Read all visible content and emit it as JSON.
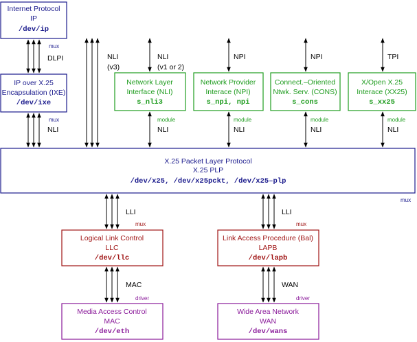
{
  "colors": {
    "blue": "#1a1a8c",
    "green": "#1f9c1f",
    "red": "#a01515",
    "purple": "#8a1a9a",
    "arrow": "#000000"
  },
  "boxes": {
    "ip": {
      "line1": "Internet Protocol",
      "line2": "IP",
      "dev": "/dev/ip"
    },
    "ixe": {
      "line1": "IP over X.25",
      "line2": "Encapsulation (IXE)",
      "dev": "/dev/ixe"
    },
    "nli": {
      "line1": "Network Layer",
      "line2": "Interface (NLI)",
      "dev": "s_nli3"
    },
    "npi": {
      "line1": "Network Provider",
      "line2": "Interace (NPI)",
      "dev": "s_npi, npi"
    },
    "cons": {
      "line1": "Connect.–Oriented",
      "line2": "Ntwk. Serv. (CONS)",
      "dev": "s_cons"
    },
    "xx25": {
      "line1": "X/Open X.25",
      "line2": "Interace (XX25)",
      "dev": "s_xx25"
    },
    "plp": {
      "line1": "X.25 Packet Layer Protocol",
      "line2": "X.25 PLP",
      "dev": "/dev/x25, /dev/x25pckt, /dev/x25–plp"
    },
    "llc": {
      "line1": "Logical Link Control",
      "line2": "LLC",
      "dev": "/dev/llc"
    },
    "lapb": {
      "line1": "Link Access Procedure (Bal)",
      "line2": "LAPB",
      "dev": "/dev/lapb"
    },
    "eth": {
      "line1": "Media Access Control",
      "line2": "MAC",
      "dev": "/dev/eth"
    },
    "wans": {
      "line1": "Wide Area Network",
      "line2": "WAN",
      "dev": "/dev/wans"
    }
  },
  "interfaces": {
    "dlpi": "DLPI",
    "nli_ixe": "NLI",
    "nli_v3_a": "NLI",
    "nli_v3_b": "(v3)",
    "nli_v12_a": "NLI",
    "nli_v12_b": "(v1 or 2)",
    "npi_top": "NPI",
    "npi_cons": "NPI",
    "tpi": "TPI",
    "nli_mod1": "NLI",
    "nli_mod2": "NLI",
    "nli_mod3": "NLI",
    "nli_mod4": "NLI",
    "lli_left": "LLI",
    "lli_right": "LLI",
    "mac": "MAC",
    "wan": "WAN"
  },
  "tags": {
    "mux_ip": "mux",
    "mux_ixe": "mux",
    "module_nli": "module",
    "module_npi": "module",
    "module_cons": "module",
    "module_xx25": "module",
    "mux_plp": "mux",
    "mux_llc": "mux",
    "mux_lapb": "mux",
    "driver_eth": "driver",
    "driver_wans": "driver"
  }
}
